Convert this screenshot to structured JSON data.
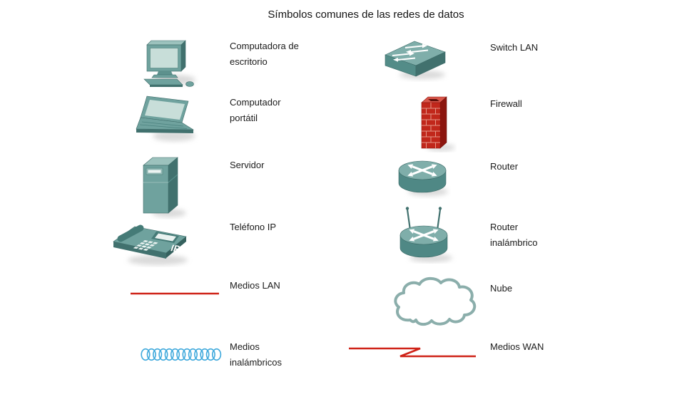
{
  "title": "Símbolos comunes de las redes de datos",
  "legend": {
    "left": [
      {
        "icon": "desktop-computer-icon",
        "label": "Computadora de\nescritorio"
      },
      {
        "icon": "laptop-icon",
        "label": "Computador\nportátil"
      },
      {
        "icon": "server-icon",
        "label": "Servidor"
      },
      {
        "icon": "ip-phone-icon",
        "label": "Teléfono IP"
      },
      {
        "icon": "lan-media-icon",
        "label": "Medios LAN"
      },
      {
        "icon": "wireless-media-icon",
        "label": "Medios\ninalámbricos"
      }
    ],
    "right": [
      {
        "icon": "lan-switch-icon",
        "label": "Switch LAN"
      },
      {
        "icon": "firewall-icon",
        "label": "Firewall"
      },
      {
        "icon": "router-icon",
        "label": "Router"
      },
      {
        "icon": "wireless-router-icon",
        "label": "Router\ninalámbrico"
      },
      {
        "icon": "cloud-icon",
        "label": "Nube"
      },
      {
        "icon": "wan-media-icon",
        "label": "Medios WAN"
      }
    ]
  },
  "phone_badge": "IP",
  "colors": {
    "device_teal_front": "#6FA29E",
    "device_teal_top": "#9CC2BD",
    "device_teal_side": "#41716E",
    "device_screen": "#C8DED9",
    "firewall_red": "#C1271B",
    "media_red": "#CF2318",
    "wireless_blue": "#3FA9DC",
    "cloud_stroke": "#8BAEAB",
    "text": "#1B1B1B",
    "background": "#FFFFFF"
  }
}
